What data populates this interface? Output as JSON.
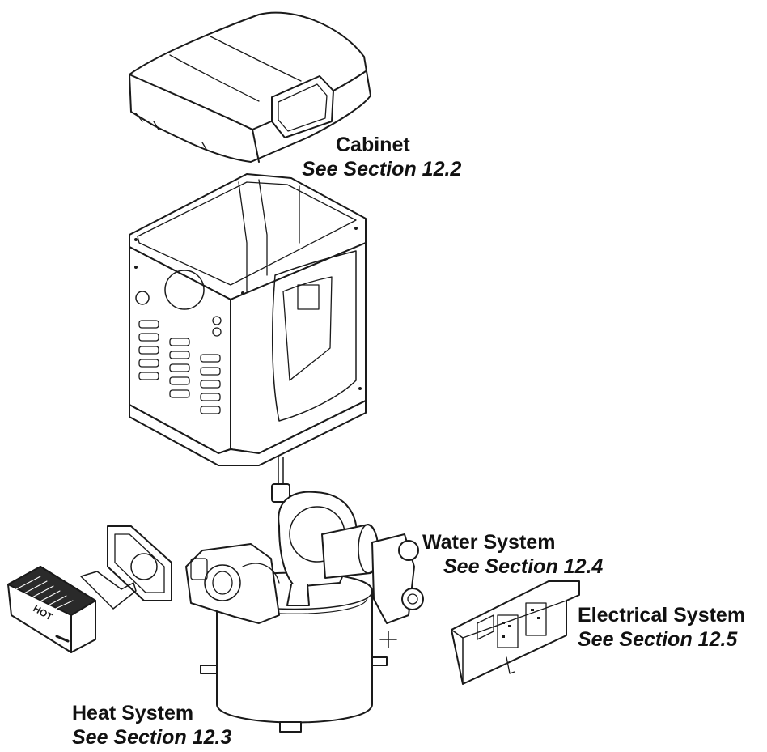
{
  "colors": {
    "line": "#1a1a1a",
    "fill": "#ffffff",
    "dark_fill": "#2a2a2a"
  },
  "callouts": {
    "cabinet": {
      "name": "Cabinet",
      "ref": "See Section 12.2"
    },
    "water": {
      "name": "Water System",
      "ref": "See Section 12.4"
    },
    "electrical": {
      "name": "Electrical System",
      "ref": "See Section 12.5"
    },
    "heat": {
      "name": "Heat System",
      "ref": "See Section 12.3"
    }
  },
  "labels": {
    "hot_box": "HOT"
  }
}
